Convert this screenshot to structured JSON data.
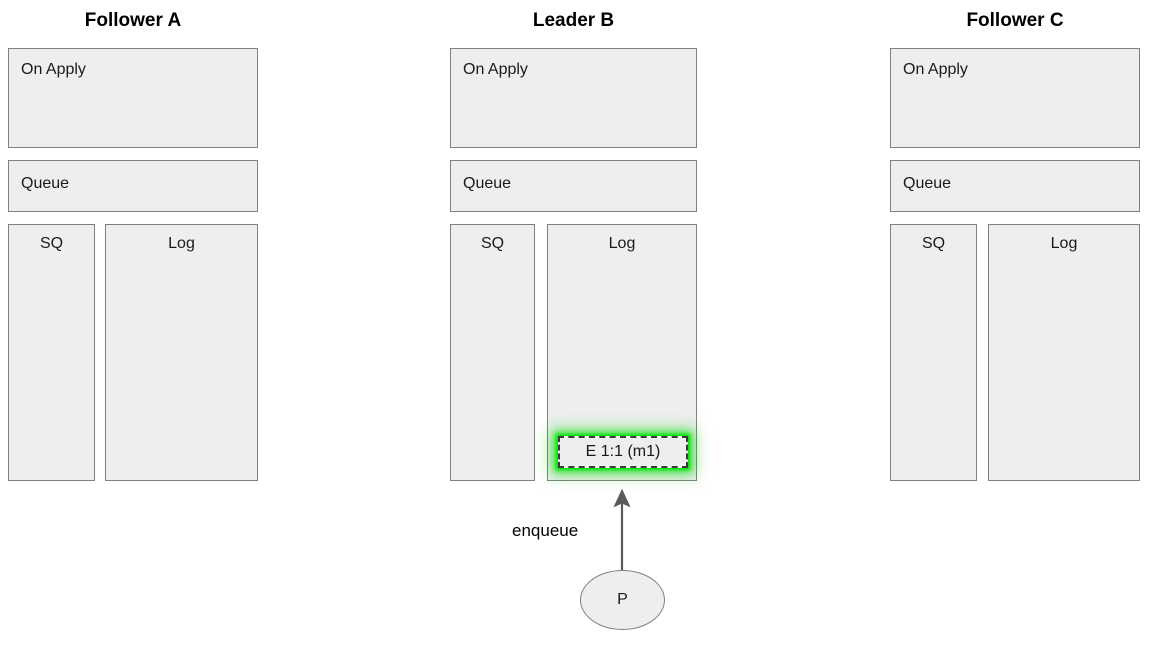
{
  "diagram": {
    "title_row": [
      {
        "label": "Follower A"
      },
      {
        "label": "Leader B"
      },
      {
        "label": "Follower C"
      }
    ],
    "nodes": [
      {
        "id": "follower-a",
        "title": "Follower A",
        "on_apply_label": "On Apply",
        "queue_label": "Queue",
        "sq_label": "SQ",
        "log_label": "Log",
        "entries": []
      },
      {
        "id": "leader-b",
        "title": "Leader B",
        "on_apply_label": "On Apply",
        "queue_label": "Queue",
        "sq_label": "SQ",
        "log_label": "Log",
        "entries": [
          {
            "label": "E 1:1 (m1)",
            "highlighted": true
          }
        ]
      },
      {
        "id": "follower-c",
        "title": "Follower C",
        "on_apply_label": "On Apply",
        "queue_label": "Queue",
        "sq_label": "SQ",
        "log_label": "Log",
        "entries": []
      }
    ],
    "producer": {
      "label": "P"
    },
    "edges": [
      {
        "label": "enqueue",
        "from": "producer",
        "to": "leader-b-log-entry"
      }
    ],
    "colors": {
      "box_fill": "#eeeeee",
      "box_stroke": "#808080",
      "entry_stroke": "#3a3a3a",
      "highlight_glow": "#00e000",
      "arrow_stroke": "#5a5a5a",
      "text": "#1a1a1a",
      "background": "#ffffff"
    }
  }
}
